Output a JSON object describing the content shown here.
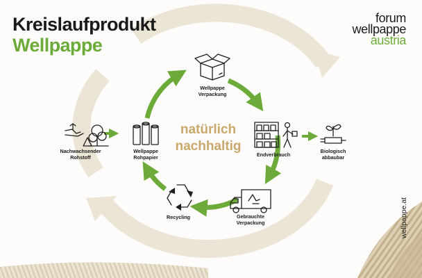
{
  "title": {
    "line1": "Kreislaufprodukt",
    "line2": "Wellpappe"
  },
  "brand": {
    "line1": "forum",
    "line2": "wellpappe",
    "line3": "austria"
  },
  "center_text": {
    "line1": "natürlich",
    "line2": "nachhaltig"
  },
  "nodes": {
    "packaging": {
      "line1": "Wellpappe",
      "line2": "Verpackung",
      "icon": "open-box-icon"
    },
    "consumption": {
      "line1": "Endverbrauch",
      "icon": "shelf-person-icon"
    },
    "used": {
      "line1": "Gebrauchte",
      "line2": "Verpackung",
      "icon": "recycling-truck-icon"
    },
    "recycling": {
      "line1": "Recycling",
      "icon": "recycle-icon"
    },
    "raw_paper": {
      "line1": "Wellpappe",
      "line2": "Rohpapier",
      "icon": "paper-rolls-icon"
    },
    "renewable": {
      "line1": "Nachwachsender",
      "line2": "Rohstoff",
      "icon": "trees-hand-icon"
    },
    "biodegradable": {
      "line1": "Biologisch",
      "line2": "abbaubar",
      "icon": "sprout-hand-icon"
    }
  },
  "colors": {
    "green": "#6cab3a",
    "beige": "#ece5d6",
    "gold": "#c8a86c",
    "dark": "#1a1a1a"
  },
  "url": "wellpappe.at"
}
